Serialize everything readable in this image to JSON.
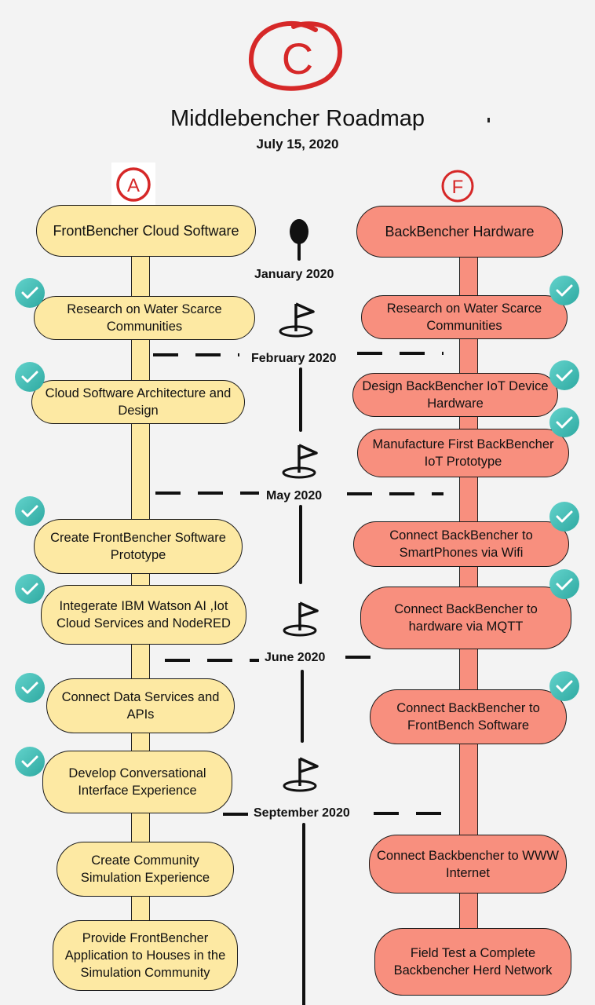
{
  "header": {
    "grade_main": "C",
    "title": "Middlebencher Roadmap",
    "date": "July 15, 2020"
  },
  "columns": {
    "front": {
      "grade": "A",
      "title": "FrontBencher Cloud Software",
      "items": [
        {
          "label": "Research on Water Scarce Communities",
          "done": true
        },
        {
          "label": "Cloud Software Architecture and Design",
          "done": true
        },
        {
          "label": "Create FrontBencher Software Prototype",
          "done": true
        },
        {
          "label": "Integerate IBM Watson AI ,Iot Cloud Services and NodeRED",
          "done": true
        },
        {
          "label": "Connect Data Services and APIs",
          "done": true
        },
        {
          "label": "Develop Conversational Interface Experience",
          "done": true
        },
        {
          "label": "Create Community Simulation Experience",
          "done": false
        },
        {
          "label": "Provide FrontBencher Application to Houses in the Simulation Community",
          "done": false
        }
      ]
    },
    "back": {
      "grade": "F",
      "title": "BackBencher Hardware",
      "items": [
        {
          "label": "Research on Water Scarce Communities",
          "done": true
        },
        {
          "label": "Design BackBencher IoT Device Hardware",
          "done": true
        },
        {
          "label": "Manufacture First BackBencher IoT Prototype",
          "done": true
        },
        {
          "label": "Connect BackBencher to SmartPhones via Wifi",
          "done": true
        },
        {
          "label": "Connect BackBencher to hardware via MQTT",
          "done": true
        },
        {
          "label": "Connect BackBencher to FrontBench Software",
          "done": true
        },
        {
          "label": "Connect  Backbencher to WWW Internet",
          "done": false
        },
        {
          "label": "Field Test  a  Complete Backbencher Herd Network",
          "done": false
        }
      ]
    }
  },
  "timeline": {
    "milestones": [
      "January 2020",
      "February 2020",
      "May 2020",
      "June 2020",
      "September 2020"
    ]
  },
  "colors": {
    "front_fill": "#fde9a3",
    "back_fill": "#f88f7e",
    "check": "#3bb8b0",
    "grade_red": "#d62828"
  }
}
